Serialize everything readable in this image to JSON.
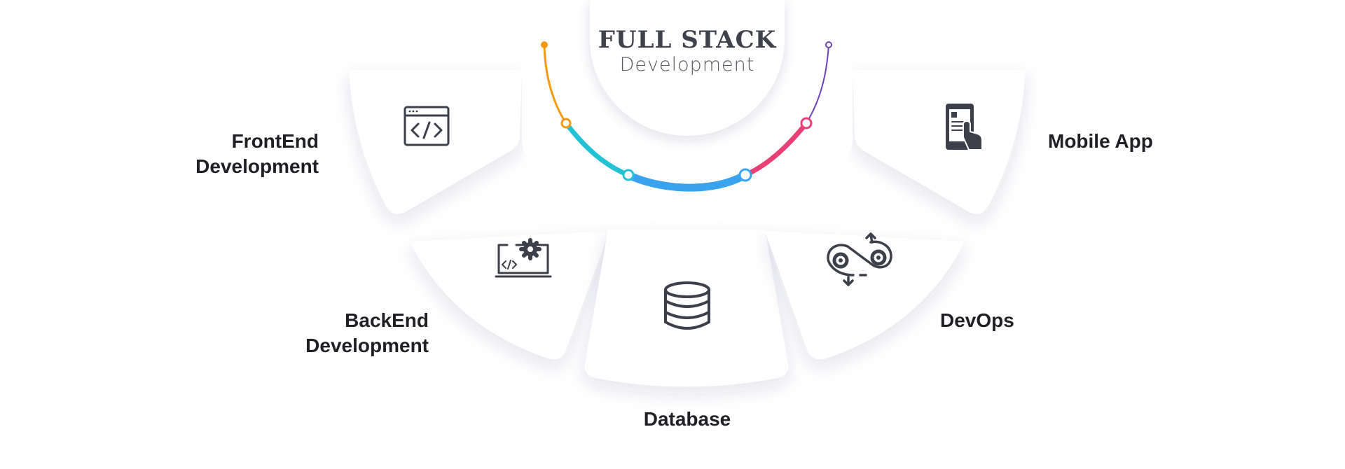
{
  "title": {
    "line1": "FULL STACK",
    "line2": "Development"
  },
  "segments": [
    {
      "id": "frontend",
      "label_line1": "FrontEnd",
      "label_line2": "Development",
      "icon": "code-window-icon"
    },
    {
      "id": "backend",
      "label_line1": "BackEnd",
      "label_line2": "Development",
      "icon": "laptop-gear-icon"
    },
    {
      "id": "database",
      "label_line1": "Database",
      "label_line2": "",
      "icon": "database-icon"
    },
    {
      "id": "devops",
      "label_line1": "DevOps",
      "label_line2": "",
      "icon": "devops-gears-icon"
    },
    {
      "id": "mobile",
      "label_line1": "Mobile App",
      "label_line2": "",
      "icon": "mobile-touch-icon"
    }
  ],
  "colors": {
    "text": "#1f1f24",
    "icon": "#3d3f4a",
    "title": "#3f414c",
    "arc_orange": "#f39a12",
    "arc_teal": "#22c1d6",
    "arc_blue": "#3aa3f0",
    "arc_pink": "#e83f75",
    "arc_purple": "#6c43b8"
  }
}
